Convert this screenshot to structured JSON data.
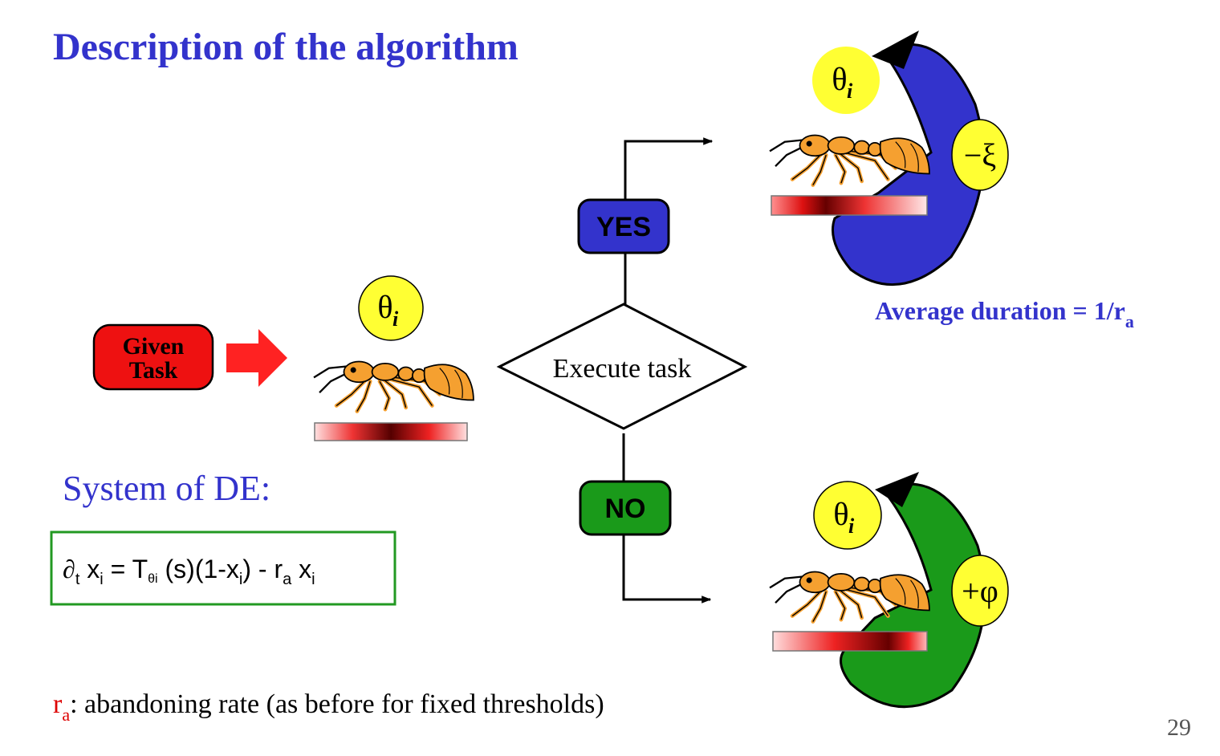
{
  "title": "Description of the algorithm",
  "task_box": {
    "line1": "Given",
    "line2": "Task"
  },
  "threshold_symbol": {
    "base": "θ",
    "sub": "i"
  },
  "decision": {
    "label": "Execute task"
  },
  "yes_label": "YES",
  "no_label": "NO",
  "yes_cycle_symbol": "−ξ",
  "no_cycle_symbol": "+φ",
  "average_duration": {
    "text": "Average duration = 1/r",
    "sub": "a"
  },
  "system_heading": "System of DE:",
  "equation": {
    "p1": "∂",
    "p1_sub": "t",
    "p2": " x",
    "p2_sub": "i",
    "p3": " =  T",
    "p3_sub": "θi",
    "p4": " (s)(1-x",
    "p4_sub": "i",
    "p5": ") - r",
    "p5_sub": "a",
    "p6": " x",
    "p6_sub": "i"
  },
  "footnote": {
    "symbol": "r",
    "symbol_sub": "a",
    "text": ": abandoning rate (as before for fixed thresholds)"
  },
  "page_number": "29",
  "colors": {
    "title_blue": "#3333cc",
    "yes_blue": "#3333cc",
    "no_green": "#1a9a1a",
    "task_red": "#ee1111",
    "arrow_red": "#ff2222",
    "threshold_yellow": "#ffff33",
    "ant_orange": "#f5a030",
    "equation_border": "#229922",
    "footnote_red": "#dd0000"
  },
  "icons": [
    "ant-icon",
    "stimulus-bar-icon",
    "threshold-bubble-icon",
    "cycle-arrow-icon"
  ]
}
